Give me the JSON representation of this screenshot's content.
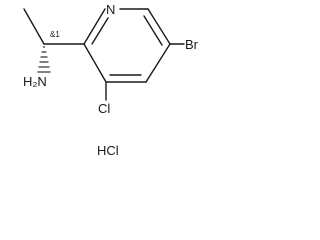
{
  "molecule": {
    "atoms": {
      "nitrogen": "N",
      "bromine": "Br",
      "chlorine": "Cl",
      "amine": "H₂N",
      "stereo_label": "&1",
      "salt": "HCl"
    }
  }
}
